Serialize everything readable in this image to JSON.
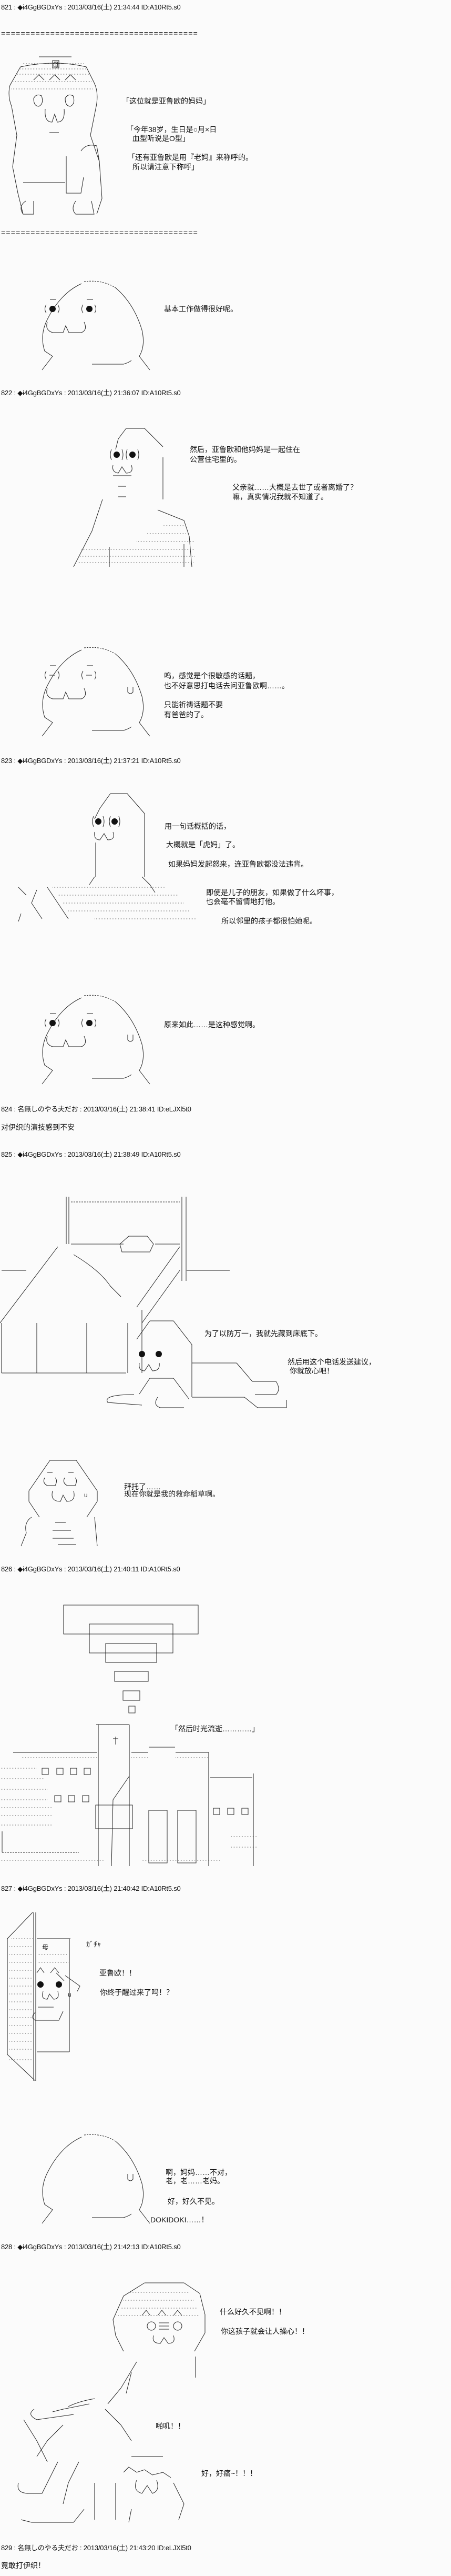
{
  "separator": "========================================",
  "posts": [
    {
      "header": "821 : ◆i4GgBGDxYs : 2013/03/16(土) 21:34:44 ID:A10Rt5.s0",
      "art_label": "母",
      "lines": [
        "「这位就是亚鲁欧的妈妈」",
        "「今年38岁，生日是○月×日",
        "血型听说是O型」",
        "「还有亚鲁欧是用『老妈』来称呼的。",
        "所以请注意下称呼」",
        "基本工作做得很好呢。"
      ]
    },
    {
      "header": "822 : ◆i4GgBGDxYs : 2013/03/16(土) 21:36:07 ID:A10Rt5.s0",
      "lines": [
        "然后，亚鲁欧和他妈妈是一起住在",
        "公营住宅里的。",
        "父亲就……大概是去世了或者离婚了？",
        "嘛，真实情况我就不知道了。",
        "呜，感觉是个很敏感的话题，",
        "也不好意思打电话去问亚鲁欧啊……。",
        "只能祈祷话题不要",
        "有爸爸的了。"
      ]
    },
    {
      "header": "823 : ◆i4GgBGDxYs : 2013/03/16(土) 21:37:21 ID:A10Rt5.s0",
      "lines": [
        "用一句话概括的话，",
        "大概就是「虎妈」了。",
        "如果妈妈发起怒来，连亚鲁欧都没法违背。",
        "即使是儿子的朋友，如果做了什么坏事，",
        "也会毫不留情地打他。",
        "所以邻里的孩子都很怕她呢。",
        "原来如此……是这种感觉啊。"
      ]
    },
    {
      "header": "824 : 名無しのやる夫だお : 2013/03/16(土) 21:38:41 ID:eLJXl5t0",
      "lines": [
        "对伊织的演技感到不安"
      ]
    },
    {
      "header": "825 : ◆i4GgBGDxYs : 2013/03/16(土) 21:38:49 ID:A10Rt5.s0",
      "lines": [
        "为了以防万一，我就先藏到床底下。",
        "然后用这个电话发送建议，",
        "你就放心吧！",
        "拜托了……",
        "现在你就是我的救命稻草啊。"
      ]
    },
    {
      "header": "826 : ◆i4GgBGDxYs : 2013/03/16(土) 21:40:11 ID:A10Rt5.s0",
      "lines": [
        "「然后时光流逝…………」"
      ]
    },
    {
      "header": "827 : ◆i4GgBGDxYs : 2013/03/16(土) 21:40:42 ID:A10Rt5.s0",
      "art_label": "母",
      "lines": [
        "ｶﾞﾁｬ",
        "亚鲁欧！！",
        "你终于醒过来了吗！？",
        "啊，妈妈……不对，",
        "老，老……老妈。",
        "好，好久不见。",
        "DOKIDOKI……！"
      ]
    },
    {
      "header": "828 : ◆i4GgBGDxYs : 2013/03/16(土) 21:42:13 ID:A10Rt5.s0",
      "lines": [
        "什么好久不见啊！！",
        "你这孩子就会让人操心！！",
        "啪叽！！",
        "好，好痛~！！！"
      ]
    },
    {
      "header": "829 : 名無しのやる夫だお : 2013/03/16(土) 21:43:20 ID:eLJXl5t0",
      "lines": [
        "竟敢打伊织！"
      ]
    }
  ]
}
